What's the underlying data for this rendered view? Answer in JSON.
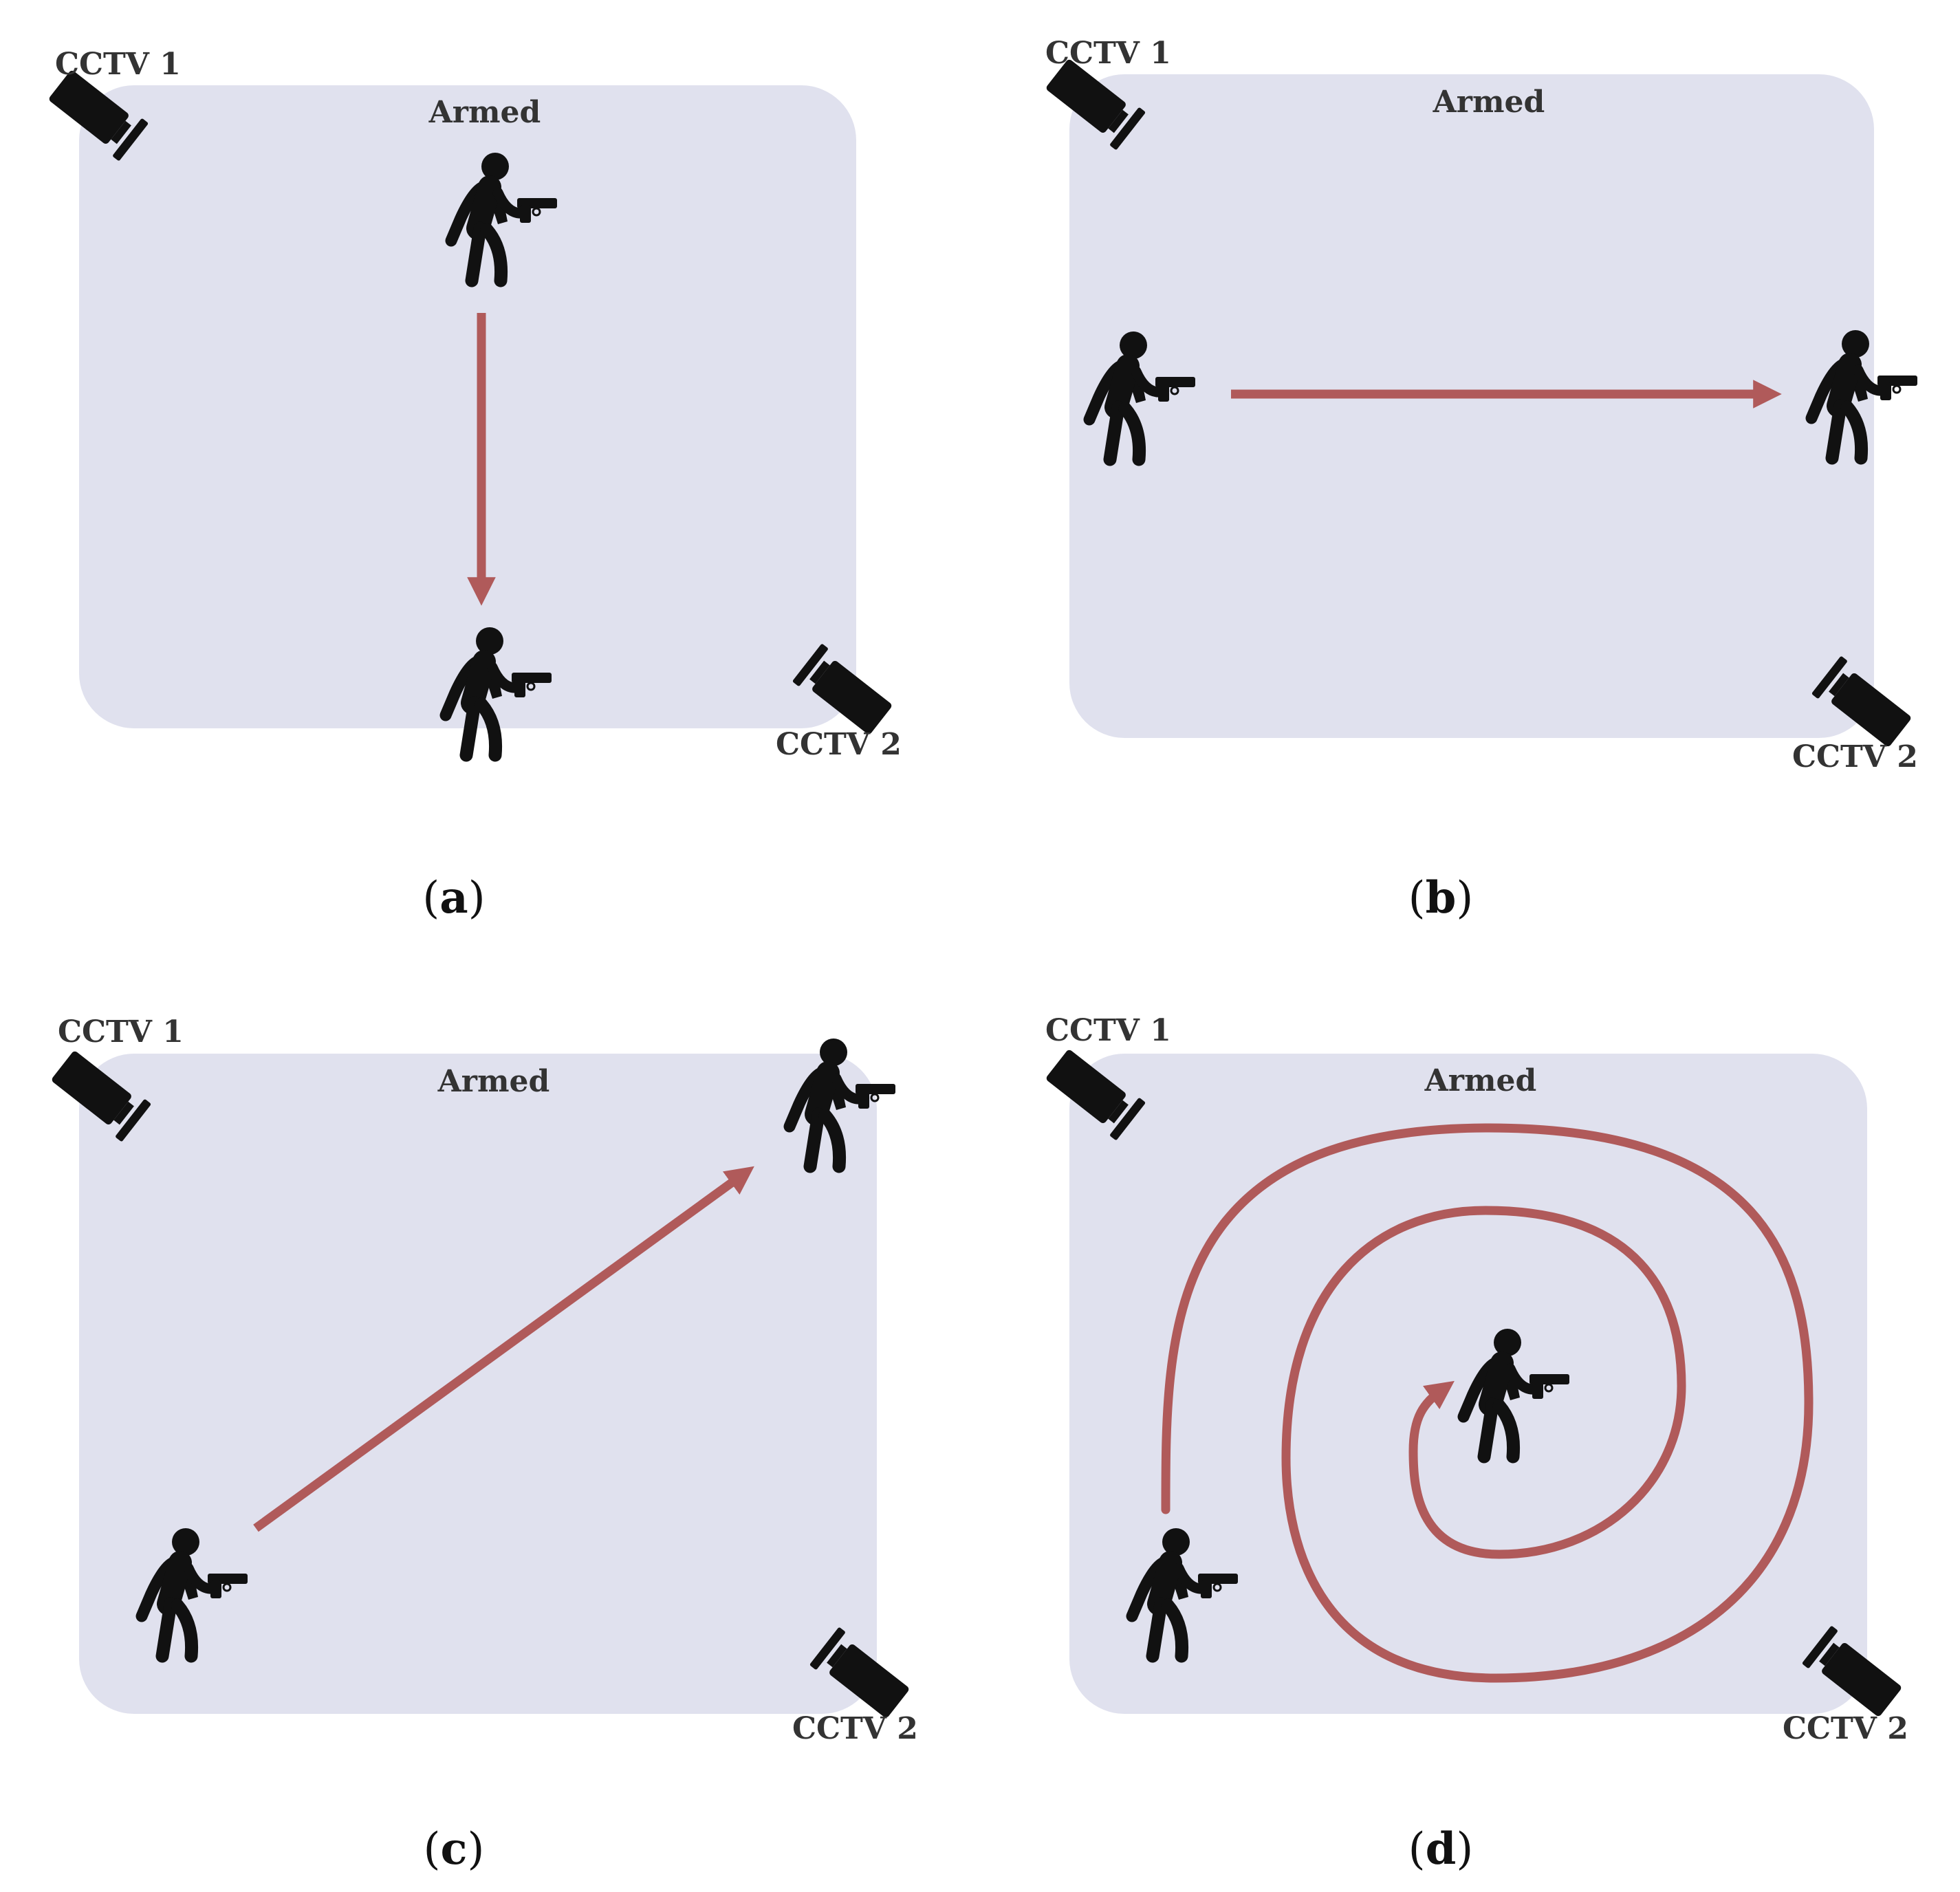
{
  "colors": {
    "room_fill": "#e0e1ee",
    "path": "#b05a5a",
    "figure": "#111111",
    "camera": "#111111"
  },
  "panels": [
    {
      "id": "a",
      "caption_letter": "a",
      "room_label": "Armed",
      "camera_1_label": "CCTV 1",
      "camera_2_label": "CCTV 2",
      "path_type": "vertical-arrow"
    },
    {
      "id": "b",
      "caption_letter": "b",
      "room_label": "Armed",
      "camera_1_label": "CCTV 1",
      "camera_2_label": "CCTV 2",
      "path_type": "horizontal-arrow"
    },
    {
      "id": "c",
      "caption_letter": "c",
      "room_label": "Armed",
      "camera_1_label": "CCTV 1",
      "camera_2_label": "CCTV 2",
      "path_type": "diagonal-arrow"
    },
    {
      "id": "d",
      "caption_letter": "d",
      "room_label": "Armed",
      "camera_1_label": "CCTV 1",
      "camera_2_label": "CCTV 2",
      "path_type": "spiral-arrow"
    }
  ]
}
